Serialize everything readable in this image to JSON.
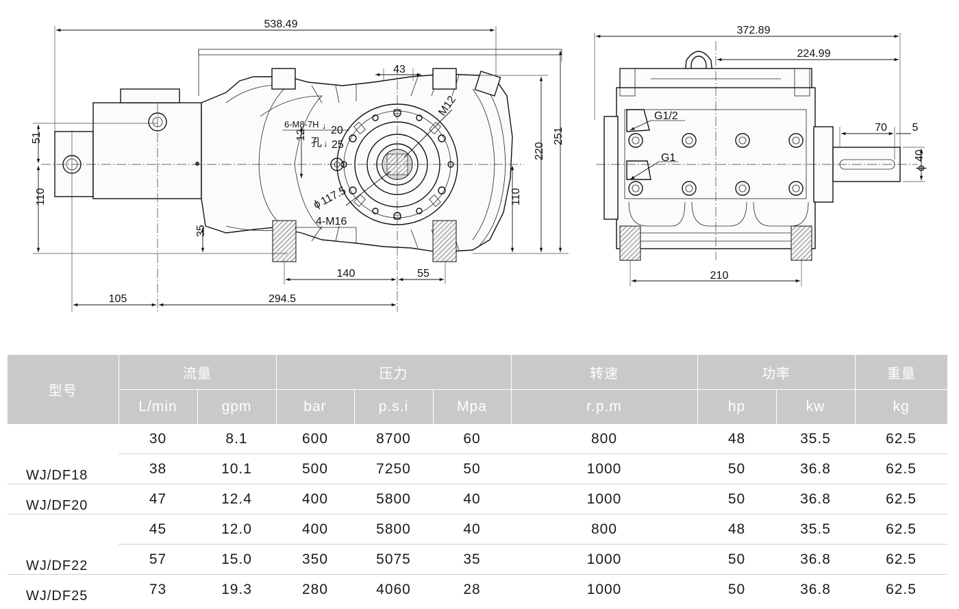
{
  "dimensions": {
    "overall_length": "538.49",
    "top_dim_43": "43",
    "thread_m12": "M12",
    "hole_spec_line1": "6-M8-7H",
    "hole_depth_1": "20",
    "hole_label": "孔",
    "hole_depth_2": "25",
    "dim_12": "12",
    "circle_117": "117.5",
    "bolt_4m16": "4-M16",
    "dim_140": "140",
    "dim_55": "55",
    "dim_105": "105",
    "dim_294": "294.5",
    "dim_51": "51",
    "dim_110_left": "110",
    "dim_35": "35",
    "dim_110_right": "110",
    "dim_220": "220",
    "dim_251": "251",
    "side_width": "372.89",
    "side_224": "224.99",
    "port_g12": "G1/2",
    "port_g1": "G1",
    "shaft_70": "70",
    "shaft_5": "5",
    "shaft_dia": "40",
    "base_210": "210"
  },
  "table": {
    "header": {
      "model": "型号",
      "flow": "流量",
      "pressure": "压力",
      "speed": "转速",
      "power": "功率",
      "weight": "重量",
      "units": [
        "L/min",
        "gpm",
        "bar",
        "p.s.i",
        "Mpa",
        "r.p.m",
        "hp",
        "kw",
        "kg"
      ]
    },
    "models": [
      {
        "name": "WJ/DF18",
        "rows": [
          [
            "30",
            "8.1",
            "600",
            "8700",
            "60",
            "800",
            "48",
            "35.5",
            "62.5"
          ],
          [
            "38",
            "10.1",
            "500",
            "7250",
            "50",
            "1000",
            "50",
            "36.8",
            "62.5"
          ]
        ]
      },
      {
        "name": "WJ/DF20",
        "rows": [
          [
            "47",
            "12.4",
            "400",
            "5800",
            "40",
            "1000",
            "50",
            "36.8",
            "62.5"
          ]
        ]
      },
      {
        "name": "WJ/DF22",
        "rows": [
          [
            "45",
            "12.0",
            "400",
            "5800",
            "40",
            "800",
            "48",
            "35.5",
            "62.5"
          ],
          [
            "57",
            "15.0",
            "350",
            "5075",
            "35",
            "1000",
            "50",
            "36.8",
            "62.5"
          ]
        ]
      },
      {
        "name": "WJ/DF25",
        "rows": [
          [
            "73",
            "19.3",
            "280",
            "4060",
            "28",
            "1000",
            "50",
            "36.8",
            "62.5"
          ]
        ]
      }
    ]
  }
}
